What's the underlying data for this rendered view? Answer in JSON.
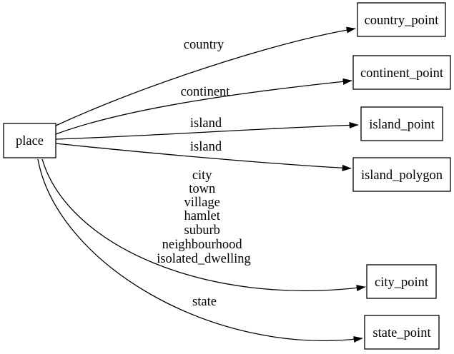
{
  "diagram": {
    "type": "directed-graph",
    "background_color": "#ffffff",
    "line_color": "#000000",
    "nodes": [
      {
        "id": "place",
        "label": "place"
      },
      {
        "id": "country_point",
        "label": "country_point"
      },
      {
        "id": "continent_point",
        "label": "continent_point"
      },
      {
        "id": "island_point",
        "label": "island_point"
      },
      {
        "id": "island_polygon",
        "label": "island_polygon"
      },
      {
        "id": "city_point",
        "label": "city_point"
      },
      {
        "id": "state_point",
        "label": "state_point"
      }
    ],
    "edges": [
      {
        "from": "place",
        "to": "country_point",
        "label": "country"
      },
      {
        "from": "place",
        "to": "continent_point",
        "label": "continent"
      },
      {
        "from": "place",
        "to": "island_point",
        "label": "island"
      },
      {
        "from": "place",
        "to": "island_polygon",
        "label": "island"
      },
      {
        "from": "place",
        "to": "city_point",
        "label_lines": [
          "city",
          "town",
          "village",
          "hamlet",
          "suburb",
          "neighbourhood",
          "isolated_dwelling"
        ]
      },
      {
        "from": "place",
        "to": "state_point",
        "label": "state"
      }
    ]
  }
}
